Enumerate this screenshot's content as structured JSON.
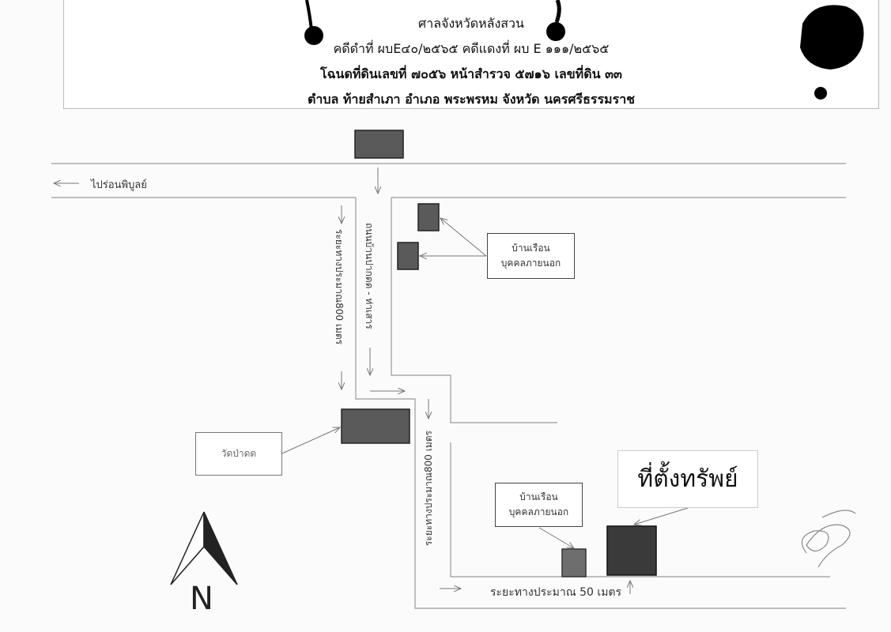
{
  "header": {
    "court": "ศาลจังหวัดหลังสวน",
    "case_line": "คดีดำที่ ผบE๔๐/๒๕๖๕   คดีแดงที่ ผบ E ๑๑๑/๒๕๖๕",
    "deed_line": "โฉนดที่ดินเลขที่  ๗๐๕๖  หน้าสำรวจ ๕๗๑๖  เลขที่ดิน ๓๓",
    "location_line": "ตำบล  ท้ายสำเภา    อำเภอ   พระพรหม    จังหวัด   นครศรีธรรมราช"
  },
  "map": {
    "direction_label": "ไปร่อนพิบูลย์",
    "road_name": "ถนนบ้านปากดด - ท่าเสาร",
    "distance_800_left": "ระยะทางประมาณ800  เมตร",
    "distance_800_right": "ระยะทางประมาณ800  เมตร",
    "distance_50": "ระยะทางประมาณ  50  เมตร",
    "temple_label": "วัดป่าดด",
    "houses_top": [
      "บ้านเรือน",
      "บุคคลภายนอก"
    ],
    "houses_bottom": [
      "บ้านเรือน",
      "บุคคลภายนอก"
    ],
    "property_label": "ที่ตั้งทรัพย์",
    "north": "N"
  },
  "colors": {
    "building": "#5a5a5a",
    "property": "#3a3a3a",
    "road": "#999999",
    "ink": "#111111"
  }
}
